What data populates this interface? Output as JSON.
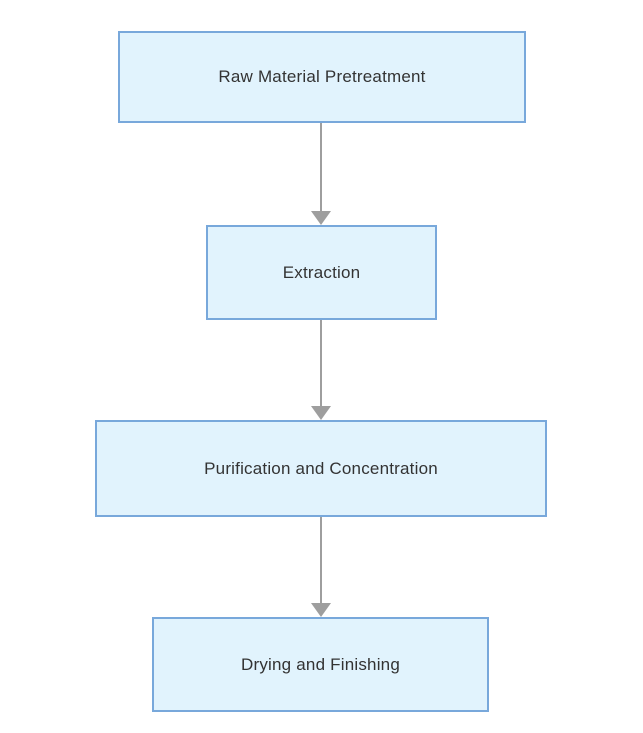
{
  "diagram": {
    "type": "flowchart",
    "direction": "top-down",
    "nodes": [
      {
        "id": "raw-material-pretreatment",
        "label": "Raw Material Pretreatment"
      },
      {
        "id": "extraction",
        "label": "Extraction"
      },
      {
        "id": "purification-and-concentration",
        "label": "Purification and Concentration"
      },
      {
        "id": "drying-and-finishing",
        "label": "Drying and Finishing"
      }
    ],
    "edges": [
      {
        "from": "raw-material-pretreatment",
        "to": "extraction"
      },
      {
        "from": "extraction",
        "to": "purification-and-concentration"
      },
      {
        "from": "purification-and-concentration",
        "to": "drying-and-finishing"
      }
    ],
    "colors": {
      "node_fill": "#e1f3fd",
      "node_border": "#78a8db",
      "node_text": "#333333",
      "edge": "#9e9e9e",
      "background": "#ffffff"
    }
  }
}
